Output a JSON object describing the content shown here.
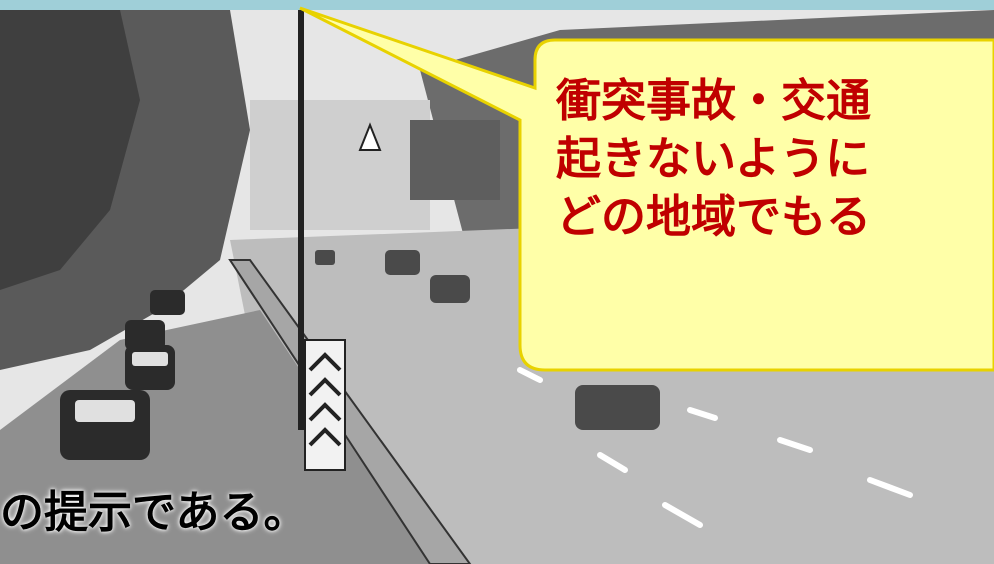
{
  "callout": {
    "lines": [
      "衝突事故・交通",
      "起きないように",
      "どの地域でもる"
    ]
  },
  "caption": "の提示である。",
  "colors": {
    "callout_fill": "#ffffa8",
    "callout_border": "#e8d200",
    "callout_text": "#c00000",
    "top_strip": "#9fcfd8"
  }
}
